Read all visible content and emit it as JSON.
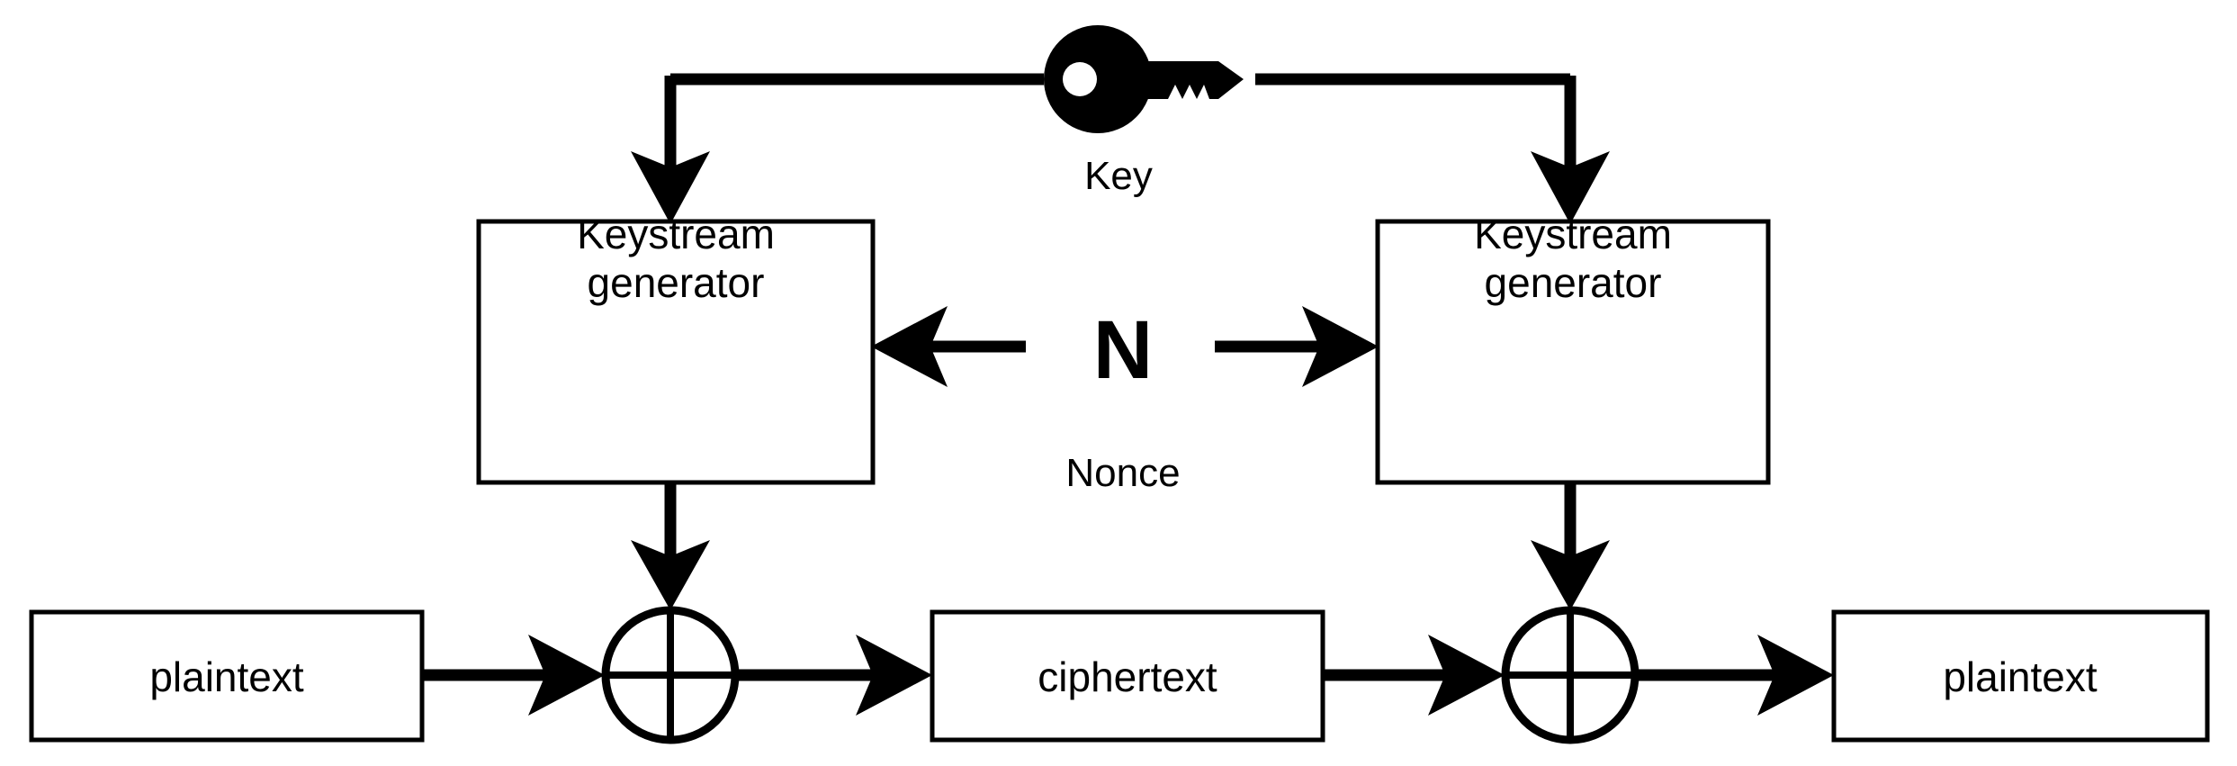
{
  "diagram": {
    "title": "Stream cipher encryption and decryption",
    "background_color": "#ffffff",
    "stroke_color": "#000000",
    "nodes": {
      "key_label": "Key",
      "key_icon": "key-icon",
      "nonce_glyph": "N",
      "nonce_label": "Nonce",
      "keystream_generator_left_line1": "Keystream",
      "keystream_generator_left_line2": "generator",
      "keystream_generator_right_line1": "Keystream",
      "keystream_generator_right_line2": "generator",
      "plaintext_in": "plaintext",
      "ciphertext": "ciphertext",
      "plaintext_out": "plaintext",
      "xor_left": "xor-operator",
      "xor_right": "xor-operator"
    },
    "edges": [
      {
        "from": "key_icon",
        "to": "keystream_generator_left",
        "style": "elbow-arrow"
      },
      {
        "from": "key_icon",
        "to": "keystream_generator_right",
        "style": "elbow-arrow"
      },
      {
        "from": "nonce",
        "to": "keystream_generator_left",
        "style": "arrow-left"
      },
      {
        "from": "nonce",
        "to": "keystream_generator_right",
        "style": "arrow-right"
      },
      {
        "from": "keystream_generator_left",
        "to": "xor_left",
        "style": "arrow-down"
      },
      {
        "from": "keystream_generator_right",
        "to": "xor_right",
        "style": "arrow-down"
      },
      {
        "from": "plaintext_in",
        "to": "xor_left",
        "style": "arrow-right"
      },
      {
        "from": "xor_left",
        "to": "ciphertext",
        "style": "arrow-right"
      },
      {
        "from": "ciphertext",
        "to": "xor_right",
        "style": "arrow-right"
      },
      {
        "from": "xor_right",
        "to": "plaintext_out",
        "style": "arrow-right"
      }
    ]
  }
}
